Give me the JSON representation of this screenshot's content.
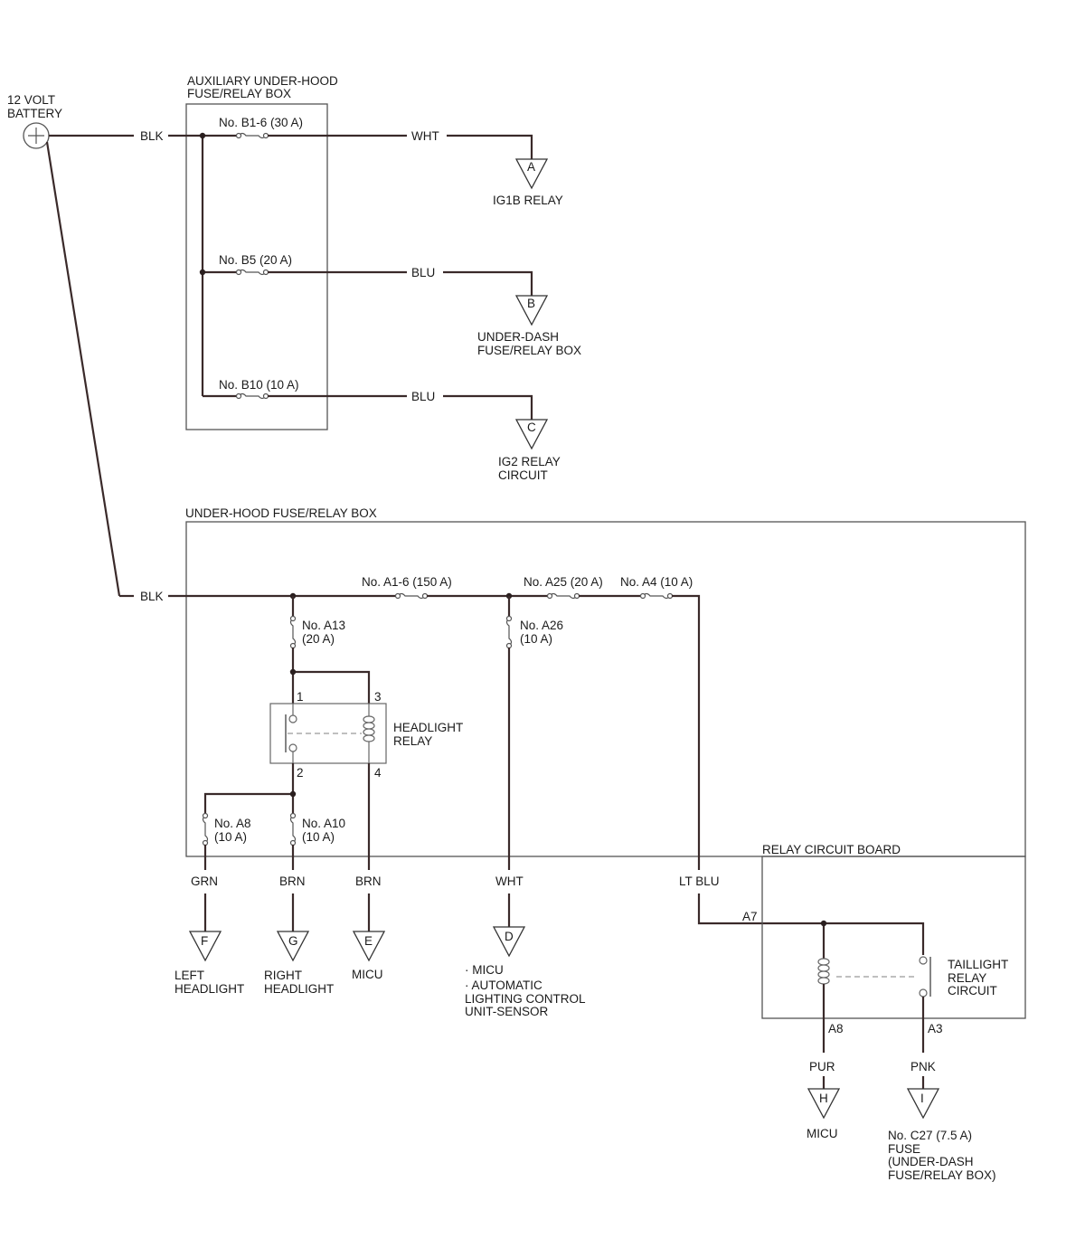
{
  "battery": {
    "line1": "12 VOLT",
    "line2": "BATTERY"
  },
  "aux_box": {
    "line1": "AUXILIARY UNDER-HOOD",
    "line2": "FUSE/RELAY BOX",
    "fuse1": "No. B1-6 (30 A)",
    "fuse2": "No. B5 (20 A)",
    "fuse3": "No. B10 (10 A)"
  },
  "wires": {
    "blk_top": "BLK",
    "blk_bottom": "BLK",
    "wht_top": "WHT",
    "blu_b": "BLU",
    "blu_c": "BLU",
    "grn": "GRN",
    "brn_g": "BRN",
    "brn_e": "BRN",
    "wht_d": "WHT",
    "ltblu": "LT BLU",
    "pur": "PUR",
    "pnk": "PNK"
  },
  "connectors": {
    "A": {
      "letter": "A",
      "label": "IG1B RELAY"
    },
    "B": {
      "letter": "B",
      "line1": "UNDER-DASH",
      "line2": "FUSE/RELAY BOX"
    },
    "C": {
      "letter": "C",
      "line1": "IG2 RELAY",
      "line2": "CIRCUIT"
    },
    "D": {
      "letter": "D",
      "line1": "· MICU",
      "line2": "· AUTOMATIC",
      "line3": "LIGHTING CONTROL",
      "line4": "UNIT-SENSOR"
    },
    "E": {
      "letter": "E",
      "label": "MICU"
    },
    "F": {
      "letter": "F",
      "line1": "LEFT",
      "line2": "HEADLIGHT"
    },
    "G": {
      "letter": "G",
      "line1": "RIGHT",
      "line2": "HEADLIGHT"
    },
    "H": {
      "letter": "H",
      "label": "MICU"
    },
    "I": {
      "letter": "I",
      "line1": "No. C27 (7.5 A)",
      "line2": "FUSE",
      "line3": "(UNDER-DASH",
      "line4": "FUSE/RELAY BOX)"
    }
  },
  "main_box": {
    "title": "UNDER-HOOD FUSE/RELAY BOX",
    "fuse_a1": "No. A1-6 (150 A)",
    "fuse_a25": "No. A25 (20 A)",
    "fuse_a4": "No. A4 (10 A)",
    "fuse_a13_1": "No. A13",
    "fuse_a13_2": "(20 A)",
    "fuse_a26_1": "No. A26",
    "fuse_a26_2": "(10 A)",
    "fuse_a8_1": "No. A8",
    "fuse_a8_2": "(10 A)",
    "fuse_a10_1": "No. A10",
    "fuse_a10_2": "(10 A)",
    "relay_line1": "HEADLIGHT",
    "relay_line2": "RELAY",
    "pin1": "1",
    "pin2": "2",
    "pin3": "3",
    "pin4": "4"
  },
  "relay_board": {
    "title": "RELAY CIRCUIT BOARD",
    "a7": "A7",
    "a8": "A8",
    "a3": "A3",
    "relay_line1": "TAILLIGHT",
    "relay_line2": "RELAY",
    "relay_line3": "CIRCUIT"
  }
}
